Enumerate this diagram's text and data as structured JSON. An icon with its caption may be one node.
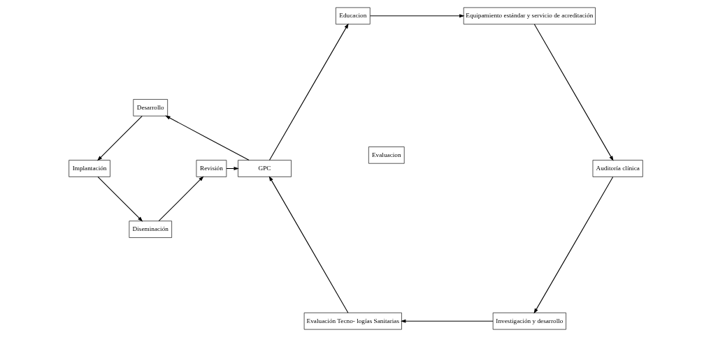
{
  "diagram": {
    "nodes": [
      {
        "text": [
          "Evaluacion"
        ]
      },
      {
        "text": [
          "Diseminación"
        ]
      },
      {
        "text": [
          "Revisión"
        ]
      },
      {
        "text": [
          "GPC"
        ]
      },
      {
        "text": [
          "Implantación"
        ]
      },
      {
        "text": [
          "Desarrollo"
        ]
      },
      {
        "text": [
          "Educacion"
        ]
      },
      {
        "text": [
          "Equipamiento estándar y servicio de acreditación"
        ]
      },
      {
        "text": [
          "Auditoría clínica"
        ]
      },
      {
        "text": [
          "Evaluación Tecno- logías Sanitarias"
        ]
      },
      {
        "text": [
          "Investigación y desarrollo"
        ]
      }
    ],
    "edges": [
      {
        "from": 1,
        "to": 2,
        "arrow": "to"
      },
      {
        "from": 2,
        "to": 3,
        "arrow": "to"
      },
      {
        "from": 3,
        "to": 5,
        "arrow": "to"
      },
      {
        "from": 5,
        "to": 4,
        "arrow": "to"
      },
      {
        "from": 4,
        "to": 1,
        "arrow": "to"
      },
      {
        "from": 3,
        "to": 6,
        "arrow": "to"
      },
      {
        "from": 6,
        "to": 7,
        "arrow": "to"
      },
      {
        "from": 7,
        "to": 8,
        "arrow": "to"
      },
      {
        "from": 8,
        "to": 10,
        "arrow": "to"
      },
      {
        "from": 10,
        "to": 9,
        "arrow": "to"
      },
      {
        "from": 9,
        "to": 3,
        "arrow": "to"
      }
    ]
  }
}
